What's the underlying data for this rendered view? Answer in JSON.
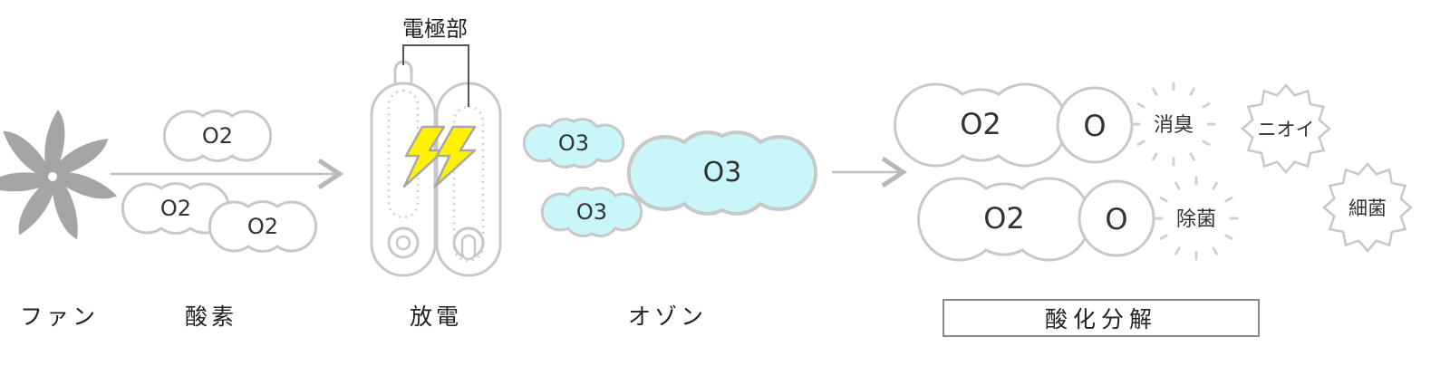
{
  "labels": {
    "fan": "ファン",
    "oxygen": "酸素",
    "discharge": "放電",
    "ozone": "オゾン",
    "oxidative_decomposition": "酸化分解",
    "electrode": "電極部"
  },
  "molecules": {
    "o2": "O2",
    "o3": "O3",
    "o": "O"
  },
  "effects": {
    "deodorize": "消臭",
    "sterilize": "除菌"
  },
  "targets": {
    "odor": "ニオイ",
    "bacteria": "細菌"
  },
  "colors": {
    "ozone_fill": "#c9f6f8",
    "lightning": "#fff200",
    "outline": "#c8c8c8"
  },
  "icons": [
    "fan-icon",
    "arrow-right-icon",
    "lightning-icon",
    "electrode-icon",
    "starburst-icon"
  ]
}
